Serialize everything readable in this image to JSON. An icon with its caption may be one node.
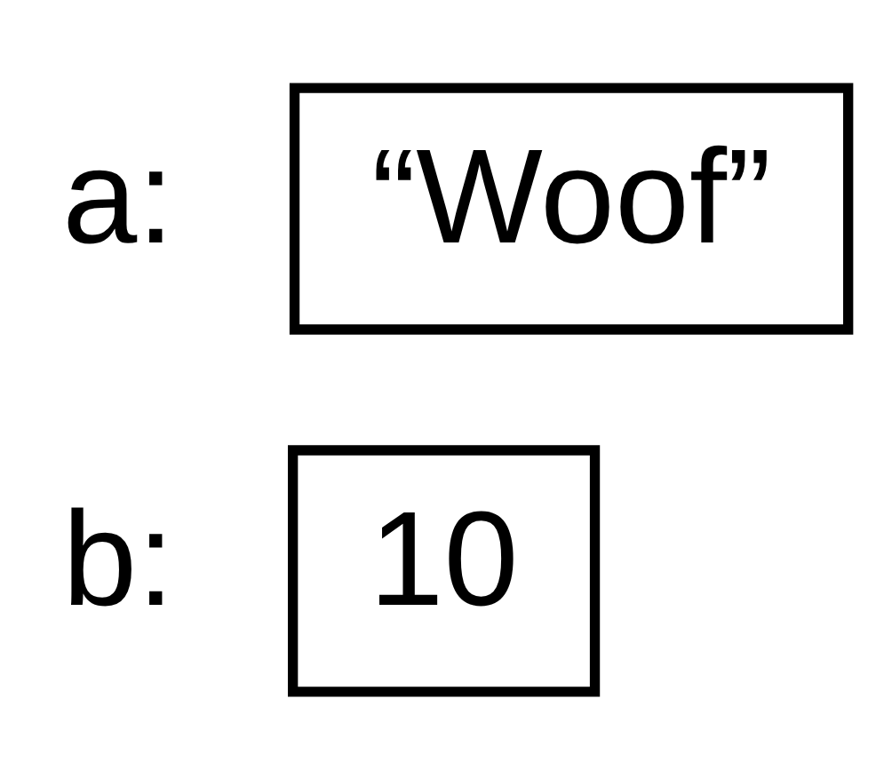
{
  "diagram": {
    "nodes": [
      {
        "text": [
          "“Woof”"
        ],
        "beside": [
          "a:"
        ]
      },
      {
        "text": [
          "10"
        ],
        "beside": [
          "b:"
        ]
      }
    ]
  }
}
